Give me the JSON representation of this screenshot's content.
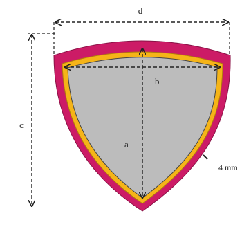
{
  "diagram": {
    "labels": {
      "a": "a",
      "b": "b",
      "c": "c",
      "d": "d",
      "thickness": "4 mm"
    },
    "colors": {
      "outer_layer": "#cc1b66",
      "middle_layer": "#f5b418",
      "inner_fill": "#bcbcbc",
      "dimension_lines": "#222222"
    }
  }
}
